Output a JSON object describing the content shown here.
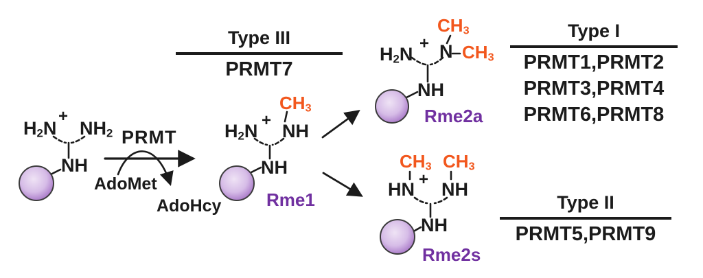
{
  "colors": {
    "ink": "#1b1b1b",
    "methyl_orange": "#F2571D",
    "product_purple": "#7030A0",
    "residue_center": "#EFE3F5",
    "residue_mid": "#D6BCE7",
    "residue_edge": "#A06BC2",
    "residue_outline": "#3B3B3B"
  },
  "glyphs": {
    "H": "H",
    "two": "2",
    "N": "N",
    "NH": "NH",
    "HN": "HN",
    "CH": "CH",
    "three": "3",
    "plus": "+",
    "bond_dash": "-"
  },
  "reaction": {
    "enzyme": "PRMT",
    "cofactor_in": "AdoMet",
    "cofactor_out": "AdoHcy"
  },
  "products": {
    "rme1": "Rme1",
    "rme2a": "Rme2a",
    "rme2s": "Rme2s"
  },
  "panels": {
    "type3": {
      "title": "Type III",
      "members": [
        "PRMT7"
      ]
    },
    "type1": {
      "title": "Type I",
      "members": [
        "PRMT1,PRMT2",
        "PRMT3,PRMT4",
        "PRMT6,PRMT8"
      ]
    },
    "type2": {
      "title": "Type II",
      "members": [
        "PRMT5,PRMT9"
      ]
    }
  }
}
